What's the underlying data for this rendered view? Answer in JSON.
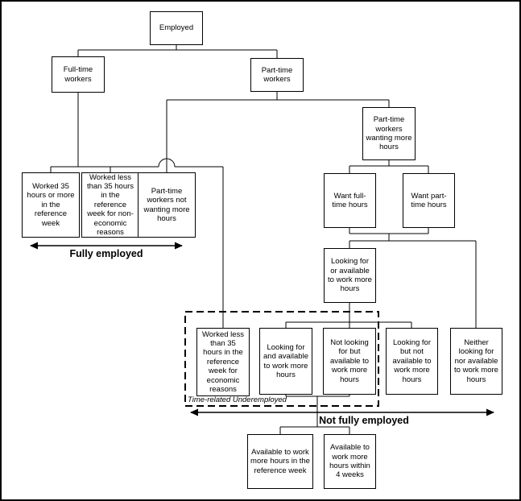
{
  "diagram": {
    "nodes": {
      "employed": {
        "label": "Employed"
      },
      "full_time_workers": {
        "label": "Full-time workers"
      },
      "part_time_workers": {
        "label": "Part-time workers"
      },
      "worked_35_or_more": {
        "label": "Worked 35 hours or more in the reference week"
      },
      "worked_less_non_economic": {
        "label": "Worked less than 35 hours in the reference week for non-economic reasons"
      },
      "pt_not_wanting_more": {
        "label": "Part-time workers not wanting more hours"
      },
      "pt_wanting_more": {
        "label": "Part-time workers wanting more hours"
      },
      "want_full_time": {
        "label": "Want full-time hours"
      },
      "want_part_time": {
        "label": "Want part-time hours"
      },
      "looking_or_available": {
        "label": "Looking for or available to work more hours"
      },
      "worked_less_economic": {
        "label": "Worked less than 35 hours in the reference week for economic reasons"
      },
      "looking_and_available": {
        "label": "Looking for and available to work more hours"
      },
      "not_looking_but_available": {
        "label": "Not looking for but available to work more hours"
      },
      "looking_but_not_available": {
        "label": "Looking for but not available to work more hours"
      },
      "neither_looking_nor_available": {
        "label": "Neither looking for nor available to work more hours"
      },
      "available_reference_week": {
        "label": "Available to work more hours in the reference week"
      },
      "available_4_weeks": {
        "label": "Available to work more hours within 4 weeks"
      }
    },
    "region_labels": {
      "fully_employed": "Fully employed",
      "not_fully_employed": "Not fully employed",
      "time_related_underemployed": "Time-related Underemployed"
    },
    "colors": {
      "line": "#000000",
      "background": "#ffffff"
    }
  }
}
